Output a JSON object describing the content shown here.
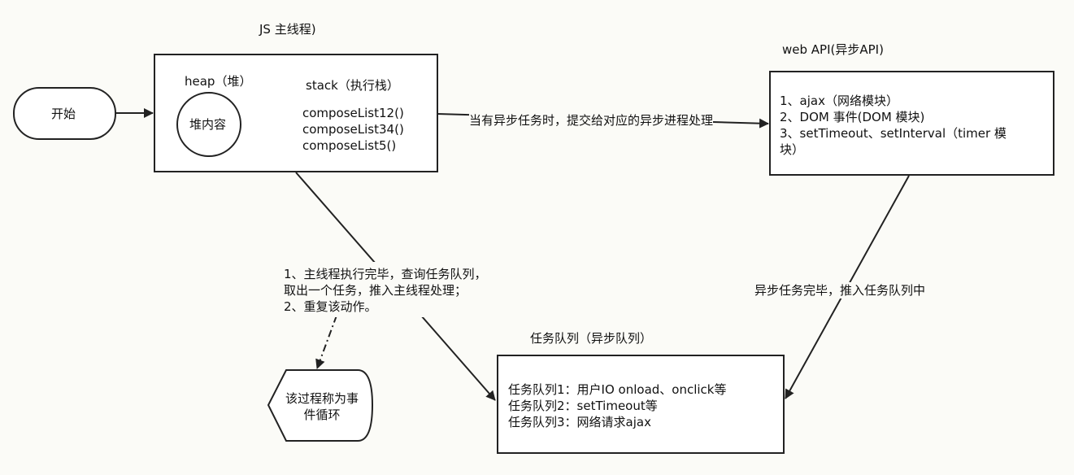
{
  "start_node": {
    "label": "开始"
  },
  "main_thread": {
    "title": "JS 主线程)",
    "heap_label": "heap（堆）",
    "heap_content": "堆内容",
    "stack_label": "stack（执行栈）",
    "stack_items": [
      "composeList12()",
      "composeList34()",
      "composeList5()"
    ]
  },
  "web_api": {
    "title": "web API(异步API)",
    "lines": [
      "1、ajax（网络模块）",
      "2、DOM 事件(DOM 模块)",
      "3、setTimeout、setInterval（timer 模",
      "块）"
    ]
  },
  "edge_labels": {
    "to_web_api": "当有异步任务时，提交给对应的异步进程处理",
    "to_task_queue": "异步任务完毕，推入任务队列中",
    "loop_note": [
      "1、主线程执行完毕，查询任务队列，",
      "取出一个任务，推入主线程处理；",
      "2、重复该动作。"
    ]
  },
  "task_queue": {
    "title": "任务队列（异步队列）",
    "lines": [
      "任务队列1：用户IO onload、onclick等",
      "任务队列2：setTimeout等",
      "任务队列3：网络请求ajax"
    ]
  },
  "event_loop_node": {
    "lines": [
      "该过程称为事",
      "件循环"
    ]
  }
}
